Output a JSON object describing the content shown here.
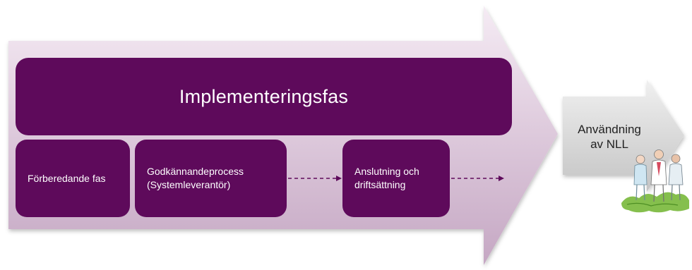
{
  "phase": {
    "title": "Implementeringsfas",
    "steps": [
      {
        "label": "Förberedande fas"
      },
      {
        "label": "Godkännandeprocess\n(Systemleverantör)"
      },
      {
        "label": "Anslutning och\ndriftsättning"
      }
    ]
  },
  "outcome": {
    "label": "Användning\nav NLL",
    "illustration": "healthcare-staff-on-map-illustration"
  },
  "colors": {
    "box": "#5e0a5b",
    "arrow_light": "#f2e4f0",
    "arrow_dark": "#c6a8c4",
    "outcome_arrow": "#d8d8d8",
    "connector": "#5e0a5b"
  }
}
